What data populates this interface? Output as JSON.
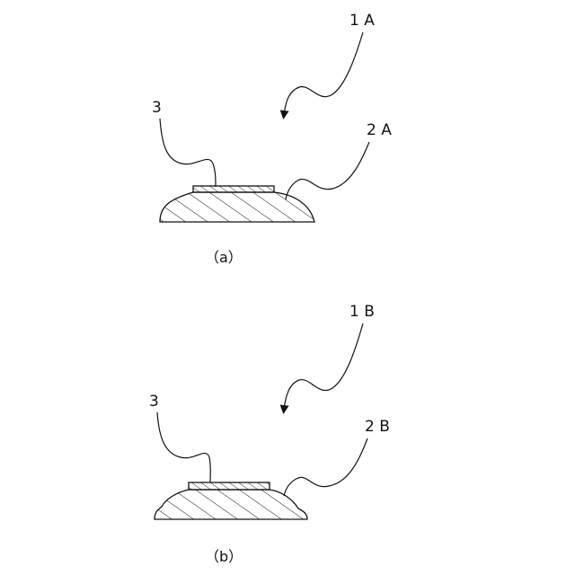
{
  "figure_a": {
    "assembly_label": "1 A",
    "base_label": "2 A",
    "chip_label": "3",
    "caption": "（a）"
  },
  "figure_b": {
    "assembly_label": "1 B",
    "base_label": "2 B",
    "chip_label": "3",
    "caption": "（b）"
  }
}
